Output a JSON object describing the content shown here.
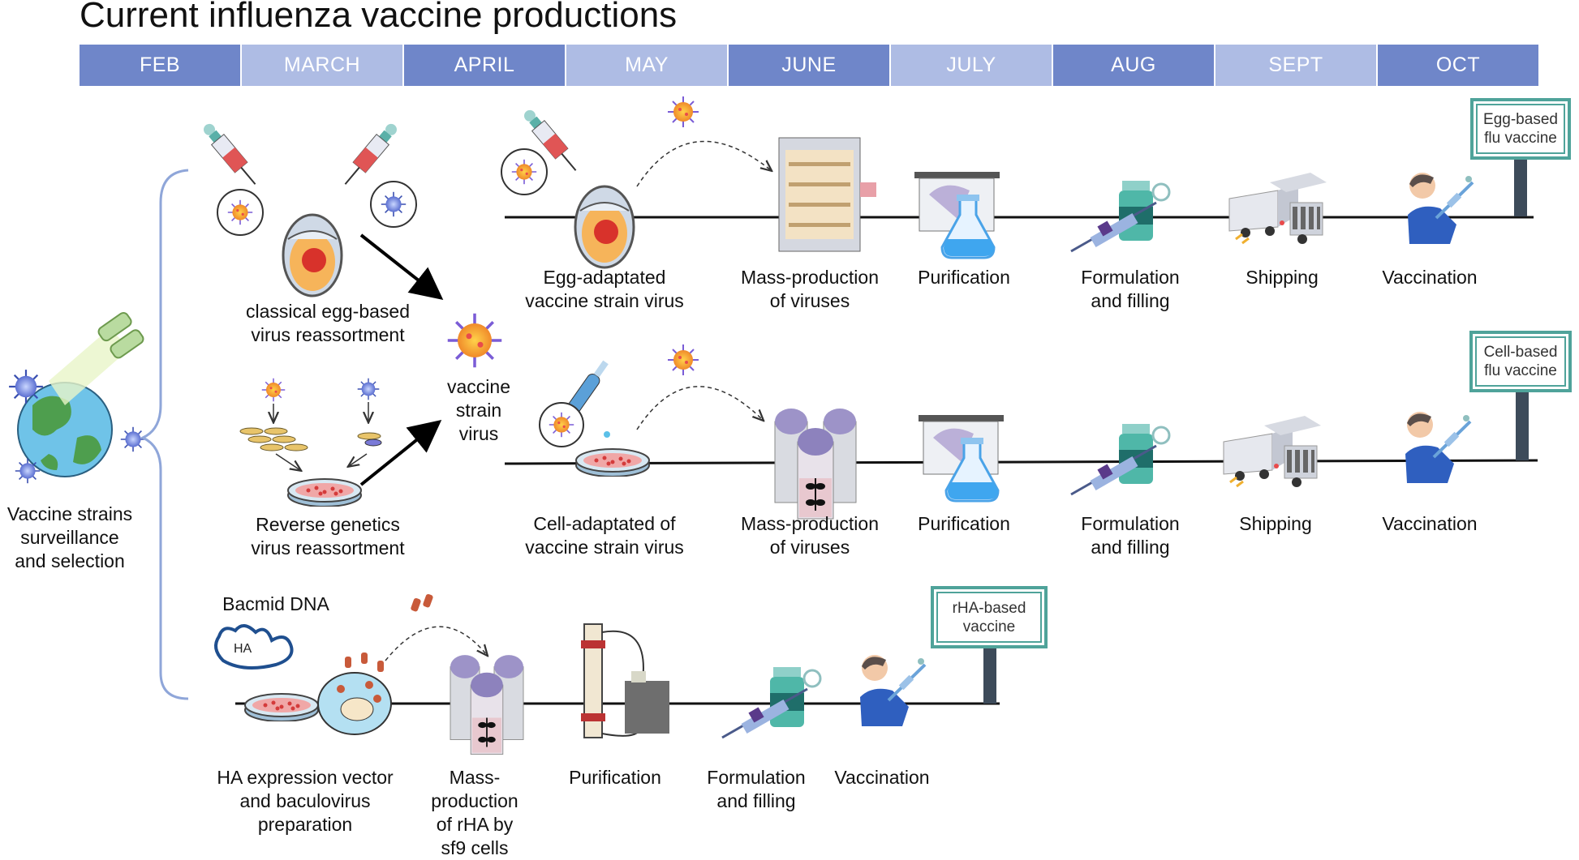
{
  "title": "Current influenza vaccine productions",
  "months": [
    "FEB",
    "MARCH",
    "APRIL",
    "MAY",
    "JUNE",
    "JULY",
    "AUG",
    "SEPT",
    "OCT"
  ],
  "colors": {
    "month_dark": "#6f86c9",
    "month_light": "#aebce4",
    "sign_border": "#4fa39a",
    "bracket": "#8fa6d9"
  },
  "surveillance": {
    "label": "Vaccine strains\nsurveillance\nand selection"
  },
  "reassortment": {
    "classical": "classical egg-based\nvirus reassortment",
    "reverse": "Reverse  genetics\nvirus reassortment",
    "strain": "vaccine\nstrain\nvirus"
  },
  "egg_row": {
    "steps": [
      "Egg-adaptated\nvaccine strain virus",
      "Mass-production\nof viruses",
      "Purification",
      "Formulation\nand filling",
      "Shipping",
      "Vaccination"
    ],
    "sign": "Egg-based\nflu vaccine"
  },
  "cell_row": {
    "steps": [
      "Cell-adaptated of\nvaccine strain virus",
      "Mass-production\nof viruses",
      "Purification",
      "Formulation\nand filling",
      "Shipping",
      "Vaccination"
    ],
    "sign": "Cell-based\nflu vaccine"
  },
  "rha_row": {
    "bacmid": "Bacmid DNA",
    "ha": "HA",
    "steps": [
      "HA expression vector\nand baculovirus\npreparation",
      "Mass-\nproduction\nof rHA by\nsf9 cells",
      "Purification",
      "Formulation\nand filling",
      "Vaccination"
    ],
    "sign": "rHA-based\nvaccine"
  }
}
